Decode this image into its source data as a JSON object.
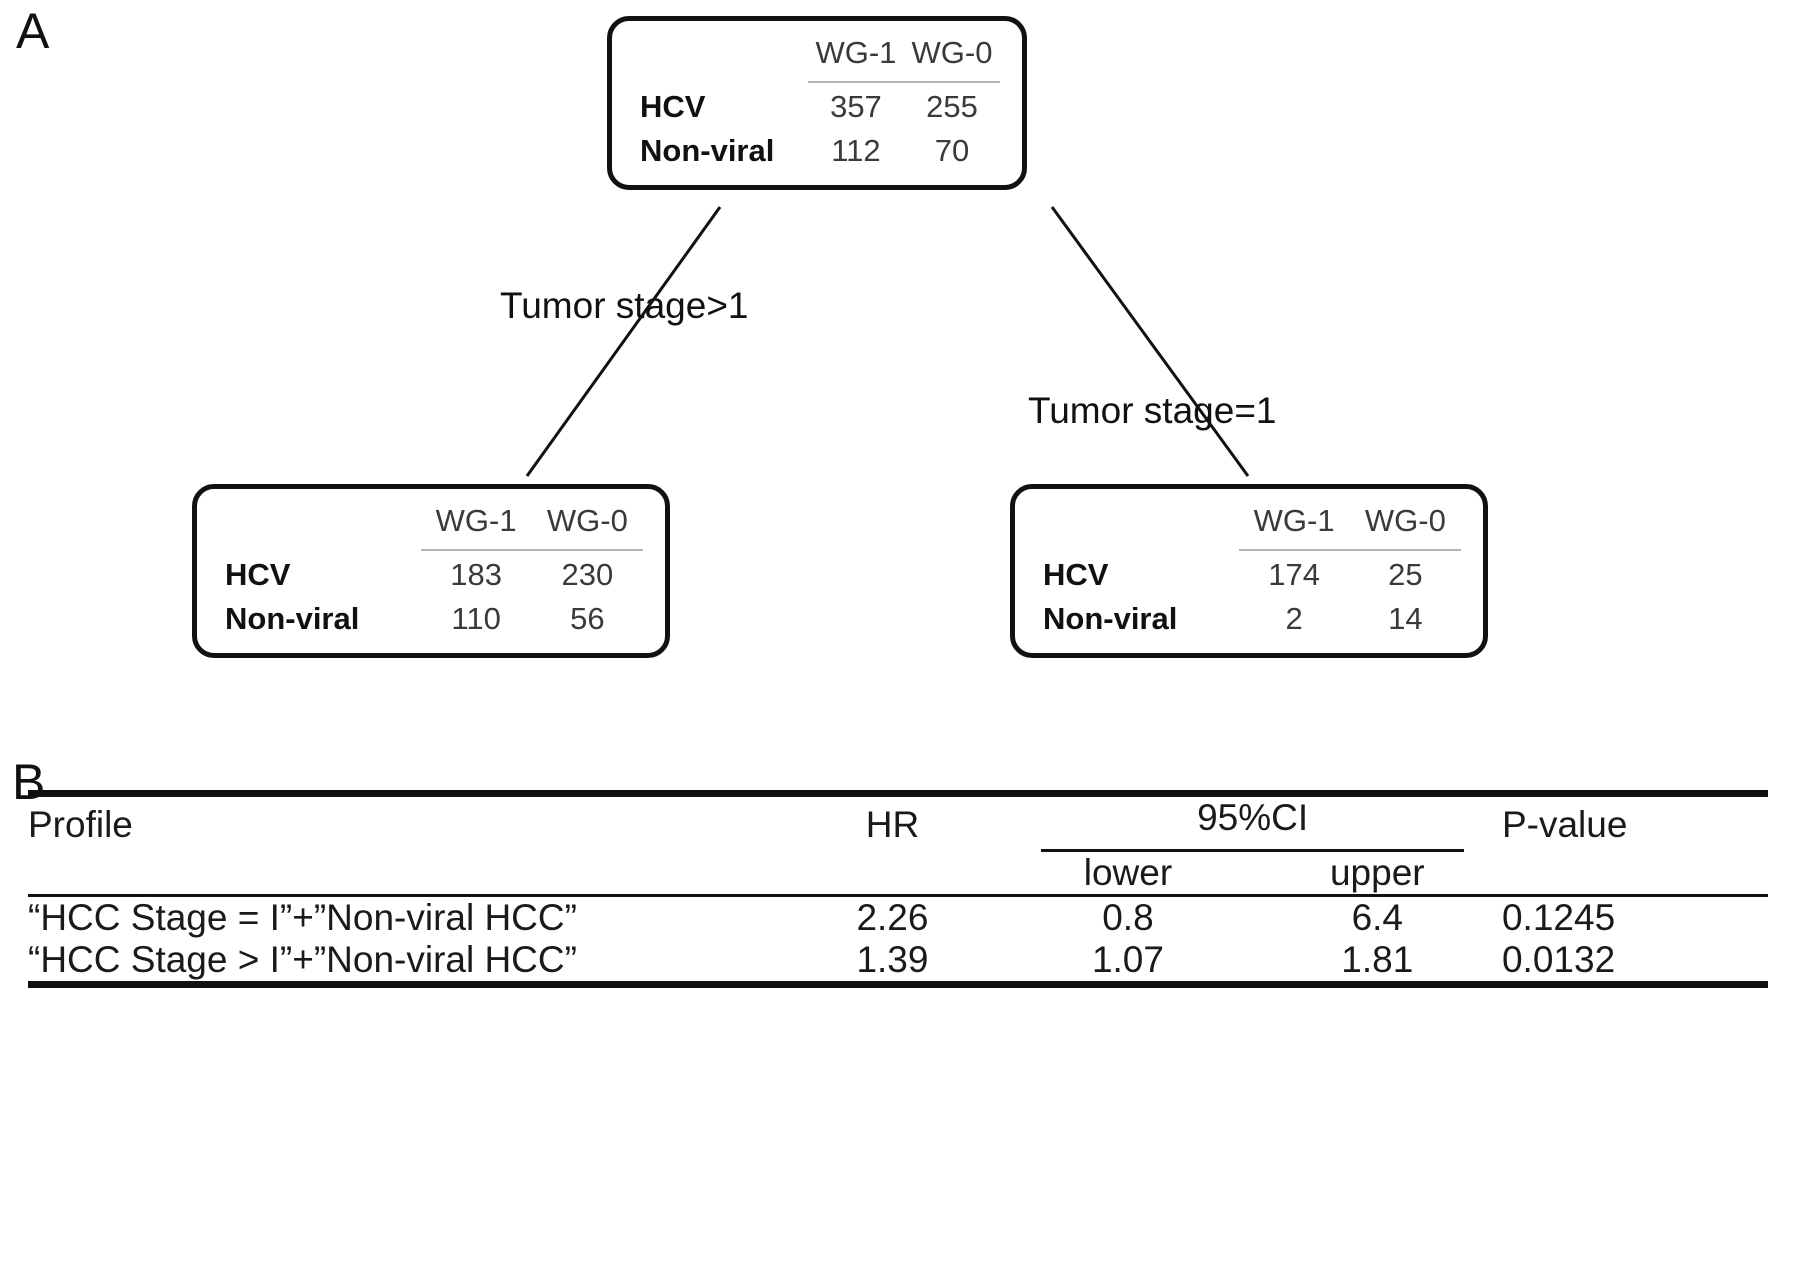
{
  "panels": {
    "a": {
      "letter": "A"
    },
    "b": {
      "letter": "B"
    }
  },
  "tree": {
    "columns": [
      "WG-1",
      "WG-0"
    ],
    "row_labels": [
      "HCV",
      "Non-viral"
    ],
    "edge_labels": {
      "left": "Tumor stage>1",
      "right": "Tumor stage=1"
    },
    "nodes": {
      "root": {
        "col1": "WG-1",
        "col2": "WG-0",
        "rows": [
          {
            "label": "HCV",
            "wg1": "357",
            "wg0": "255"
          },
          {
            "label": "Non-viral",
            "wg1": "112",
            "wg0": "70"
          }
        ]
      },
      "left": {
        "col1": "WG-1",
        "col2": "WG-0",
        "rows": [
          {
            "label": "HCV",
            "wg1": "183",
            "wg0": "230"
          },
          {
            "label": "Non-viral",
            "wg1": "110",
            "wg0": "56"
          }
        ]
      },
      "right": {
        "col1": "WG-1",
        "col2": "WG-0",
        "rows": [
          {
            "label": "HCV",
            "wg1": "174",
            "wg0": "25"
          },
          {
            "label": "Non-viral",
            "wg1": "2",
            "wg0": "14"
          }
        ]
      }
    }
  },
  "stats_table": {
    "headers": {
      "profile": "Profile",
      "hr": "HR",
      "ci": "95%CI",
      "p_value": "P-value",
      "lower": "lower",
      "upper": "upper"
    },
    "rows": [
      {
        "profile": "“HCC Stage = I”+”Non-viral HCC”",
        "hr": "2.26",
        "lower": "0.8",
        "upper": "6.4",
        "p_value": "0.1245"
      },
      {
        "profile": "“HCC Stage > I”+”Non-viral HCC”",
        "hr": "1.39",
        "lower": "1.07",
        "upper": "1.81",
        "p_value": "0.0132"
      }
    ]
  }
}
